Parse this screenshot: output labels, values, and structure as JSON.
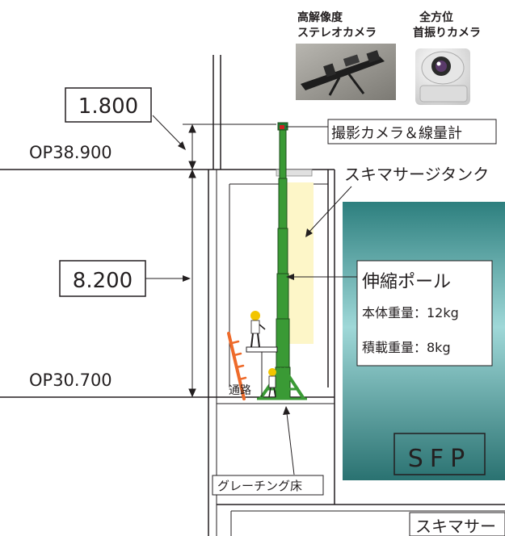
{
  "cameras": {
    "stereo_label_line1": "高解像度",
    "stereo_label_line2": "ステレオカメラ",
    "ptz_label_line1": "全方位",
    "ptz_label_line2": "首振りカメラ"
  },
  "dimensions": {
    "top": "1.800",
    "middle": "8.200"
  },
  "levels": {
    "upper": "OP38.900",
    "lower": "OP30.700"
  },
  "callouts": {
    "camera_meter": "撮影カメラ＆線量計",
    "skimmer_tank": "スキマサージタンク",
    "passage": "通路",
    "grating_floor": "グレーチング床",
    "skimmer_bottom": "スキマサー"
  },
  "pole_box": {
    "title": "伸縮ポール",
    "body_weight": "本体重量：12kg",
    "payload_weight": "積載重量：8kg"
  },
  "pool": {
    "label": "SFP"
  },
  "colors": {
    "pole_green": "#3a9a35",
    "tank_yellow": "#fdf6c8",
    "ladder_orange": "#ee6a2a",
    "pool_teal": "#2d7f7e",
    "line_dark": "#231f20"
  }
}
